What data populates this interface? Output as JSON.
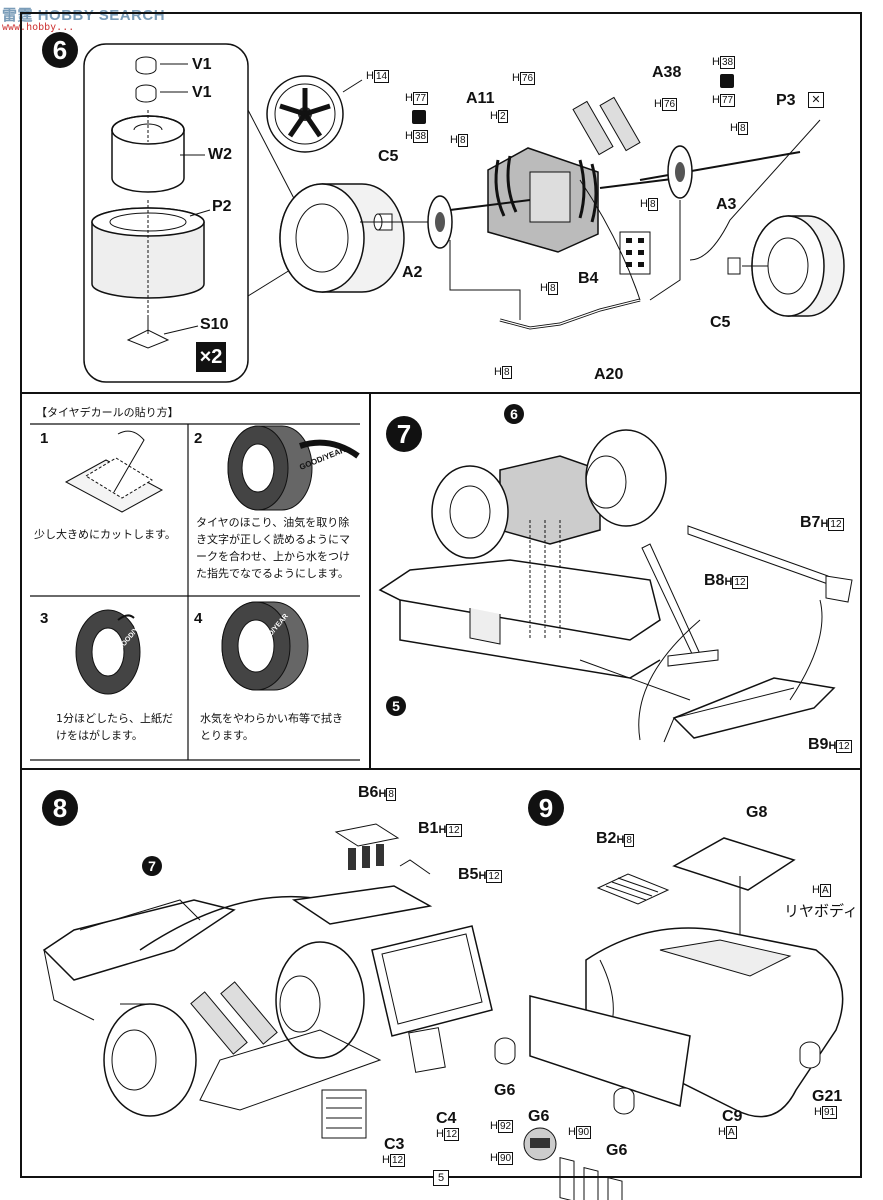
{
  "watermark": {
    "brand": "HOBBY SEARCH",
    "icon_text": "雷霆",
    "site": "www.hobby..."
  },
  "page_number": "5",
  "step6": {
    "number": "6",
    "multiplier": "×2",
    "labels": {
      "v1a": "V1",
      "v1b": "V1",
      "w2": "W2",
      "p2": "P2",
      "s10": "S10",
      "c5a": "C5",
      "a2": "A2",
      "a11": "A11",
      "a38": "A38",
      "p3": "P3",
      "a3": "A3",
      "b4": "B4",
      "c5b": "C5",
      "a20": "A20"
    },
    "hcodes": {
      "h14": "14",
      "h77a": "77",
      "h38a": "38",
      "h8a": "8",
      "h2": "2",
      "h76a": "76",
      "h76b": "76",
      "h38b": "38",
      "h77b": "77",
      "h8b": "8",
      "h8c": "8",
      "h8d": "8",
      "h8e": "8"
    }
  },
  "tire_decal": {
    "title": "【タイヤデカールの貼り方】",
    "tips": [
      {
        "num": "1",
        "text": "少し大きめにカットします。"
      },
      {
        "num": "2",
        "text": "タイヤのほこり、油気を取り除き文字が正しく読めるようにマークを合わせ、上から水をつけた指先でなでるようにします。"
      },
      {
        "num": "3",
        "text": "1分ほどしたら、上紙だけをはがします。"
      },
      {
        "num": "4",
        "text": "水気をやわらかい布等で拭きとります。"
      }
    ],
    "tire_print": "GOOD/YEAR"
  },
  "step7": {
    "number": "7",
    "ref_step_a": "6",
    "ref_step_b": "5",
    "labels": {
      "b7": "B7",
      "b8": "B8",
      "b9": "B9"
    },
    "hcodes": {
      "b7": "12",
      "b8": "12",
      "b9": "12"
    }
  },
  "step8": {
    "number": "8",
    "ref_step": "7",
    "labels": {
      "b6": "B6",
      "b1": "B1",
      "b5": "B5",
      "c4": "C4",
      "c3": "C3"
    },
    "hcodes": {
      "b6": "8",
      "b1": "12",
      "b5": "12",
      "c4": "12",
      "c3": "12"
    }
  },
  "step9": {
    "number": "9",
    "labels": {
      "b2": "B2",
      "g8": "G8",
      "rear_body": "リヤボディ",
      "g6a": "G6",
      "g6b": "G6",
      "g6c": "G6",
      "g21": "G21",
      "c9": "C9"
    },
    "hcodes": {
      "b2": "8",
      "rear": "A",
      "g21": "91",
      "c9": "A",
      "h92": "92",
      "h90a": "90",
      "h90b": "90"
    }
  }
}
